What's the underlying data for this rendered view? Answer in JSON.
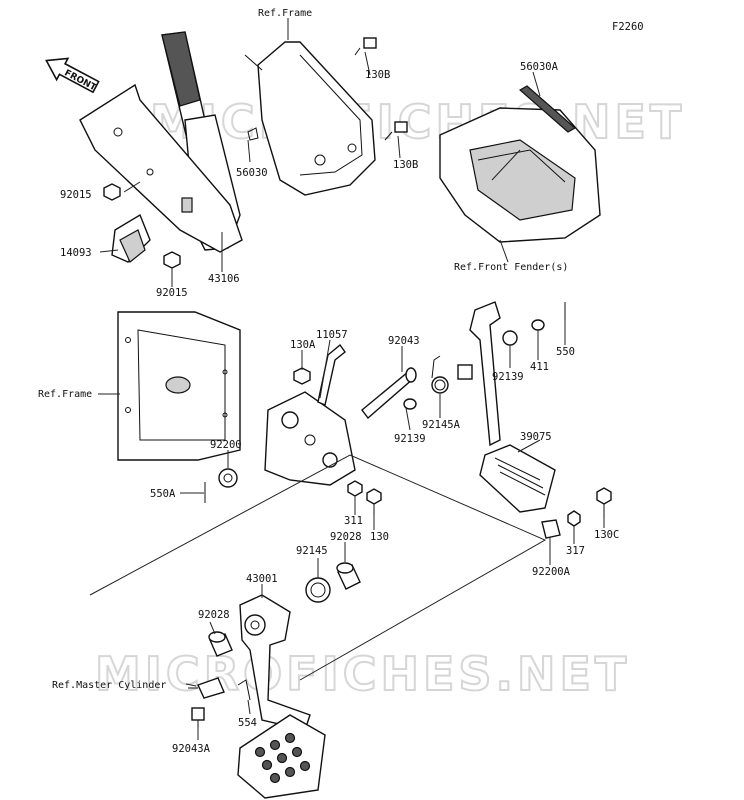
{
  "diagram_code": "F2260",
  "front_arrow": "FRONT",
  "watermark": "MICROFICHES.NET",
  "labels": {
    "ref_frame_top": "Ref.Frame",
    "ref_frame_left": "Ref.Frame",
    "ref_front_fender": "Ref.Front Fender(s)",
    "ref_master_cylinder": "Ref.Master Cylinder",
    "p130B_a": "130B",
    "p130B_b": "130B",
    "p56030A": "56030A",
    "p56030": "56030",
    "p92015_a": "92015",
    "p92015_b": "92015",
    "p14093": "14093",
    "p43106": "43106",
    "p11057": "11057",
    "p130A": "130A",
    "p92043": "92043",
    "p92139_a": "92139",
    "p92139_b": "92139",
    "p411": "411",
    "p550": "550",
    "p92145A": "92145A",
    "p39075": "39075",
    "p92200": "92200",
    "p550A": "550A",
    "p311": "311",
    "p130": "130",
    "p130C": "130C",
    "p317": "317",
    "p92200A": "92200A",
    "p92028_a": "92028",
    "p92028_b": "92028",
    "p92145": "92145",
    "p43001": "43001",
    "p554": "554",
    "p92043A": "92043A"
  }
}
